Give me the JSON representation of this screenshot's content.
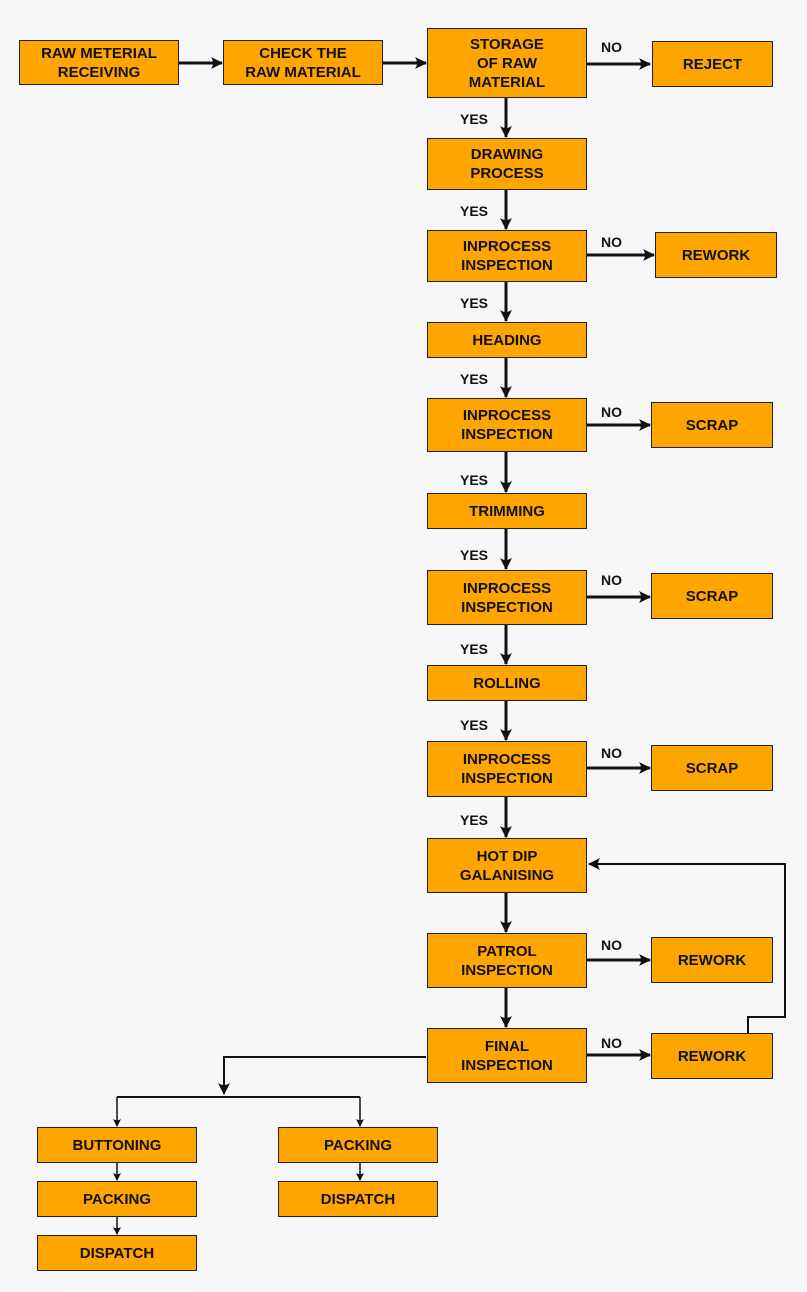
{
  "diagram": {
    "steps": {
      "raw_receiving": "RAW METERIAL\nRECEIVING",
      "check_raw": "CHECK THE\nRAW MATERIAL",
      "storage": "STORAGE\nOF RAW\nMATERIAL",
      "reject": "REJECT",
      "drawing": "DRAWING\nPROCESS",
      "inspection_1": "INPROCESS\nINSPECTION",
      "rework_1": "REWORK",
      "heading": "HEADING",
      "inspection_2": "INPROCESS\nINSPECTION",
      "scrap_1": "SCRAP",
      "trimming": "TRIMMING",
      "inspection_3": "INPROCESS\nINSPECTION",
      "scrap_2": "SCRAP",
      "rolling": "ROLLING",
      "inspection_4": "INPROCESS\nINSPECTION",
      "scrap_3": "SCRAP",
      "hot_dip": "HOT DIP\nGALANISING",
      "patrol_inspection": "PATROL\nINSPECTION",
      "rework_2": "REWORK",
      "final_inspection": "FINAL\nINSPECTION",
      "rework_3": "REWORK",
      "buttoning": "BUTTONING",
      "packing_left": "PACKING",
      "dispatch_left": "DISPATCH",
      "packing_right": "PACKING",
      "dispatch_right": "DISPATCH"
    },
    "labels": {
      "yes": "YES",
      "no": "NO"
    }
  }
}
